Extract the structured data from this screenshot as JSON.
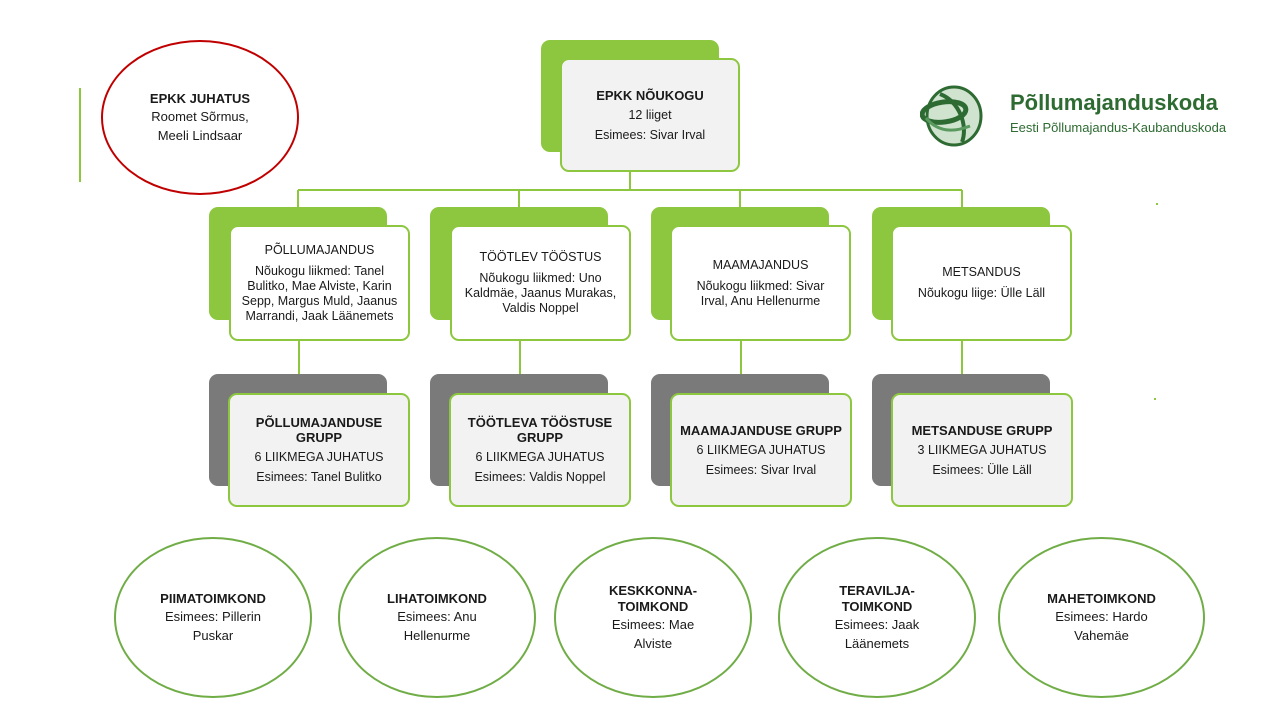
{
  "board_oval": {
    "name": "EPKK JUHATUS",
    "members": [
      "Roomet Sõrmus,",
      "Meeli Lindsaar"
    ]
  },
  "council": {
    "title": "EPKK NÕUKOGU",
    "line1": "12 liiget",
    "line2": "Esimees: Sivar Irval"
  },
  "logo": {
    "name": "Põllumajanduskoda",
    "subtitle": "Eesti Põllumajandus-Kaubanduskoda"
  },
  "sectors": [
    {
      "title": "PÕLLUMAJANDUS",
      "members": [
        "Nõukogu liikmed: Tanel",
        "Bulitko, Mae Alviste, Karin",
        "Sepp, Margus Muld, Jaanus",
        "Marrandi, Jaak Läänemets"
      ]
    },
    {
      "title": "TÖÖTLEV TÖÖSTUS",
      "members": [
        "Nõukogu liikmed: Uno",
        "Kaldmäe, Jaanus Murakas,",
        "Valdis Noppel"
      ]
    },
    {
      "title": "MAAMAJANDUS",
      "members": [
        "Nõukogu liikmed: Sivar",
        "Irval, Anu Hellenurme"
      ]
    },
    {
      "title": "METSANDUS",
      "members": [
        "Nõukogu liige: Ülle Läll"
      ]
    }
  ],
  "groups": [
    {
      "title": [
        "PÕLLUMAJANDUSE",
        "GRUPP"
      ],
      "line1": "6 LIIKMEGA JUHATUS",
      "line2": "Esimees: Tanel Bulitko"
    },
    {
      "title": [
        "TÖÖTLEVA TÖÖSTUSE",
        "GRUPP"
      ],
      "line1": "6 LIIKMEGA JUHATUS",
      "line2": "Esimees: Valdis Noppel"
    },
    {
      "title": [
        "MAAMAJANDUSE GRUPP"
      ],
      "line1": "6 LIIKMEGA JUHATUS",
      "line2": "Esimees: Sivar Irval"
    },
    {
      "title": [
        "METSANDUSE GRUPP"
      ],
      "line1": "3 LIIKMEGA JUHATUS",
      "line2": "Esimees: Ülle Läll"
    }
  ],
  "committees": [
    {
      "name": [
        "PIIMATOIMKOND"
      ],
      "chair": [
        "Esimees:  Pillerin",
        "Puskar"
      ]
    },
    {
      "name": [
        "LIHATOIMKOND"
      ],
      "chair": [
        "Esimees:  Anu",
        "Hellenurme"
      ]
    },
    {
      "name": [
        "KESKKONNA-",
        "TOIMKOND"
      ],
      "chair": [
        "Esimees:  Mae",
        "Alviste"
      ]
    },
    {
      "name": [
        "TERAVILJA-",
        "TOIMKOND"
      ],
      "chair": [
        "Esimees:  Jaak",
        "Läänemets"
      ]
    },
    {
      "name": [
        "MAHETOIMKOND"
      ],
      "chair": [
        "Esimees:  Hardo",
        "Vahemäe"
      ]
    }
  ],
  "colors": {
    "accent_green": "#8dc63f",
    "gray_block": "#7a7a7a",
    "board_red": "#c00000",
    "logo_green": "#2e6b32"
  }
}
